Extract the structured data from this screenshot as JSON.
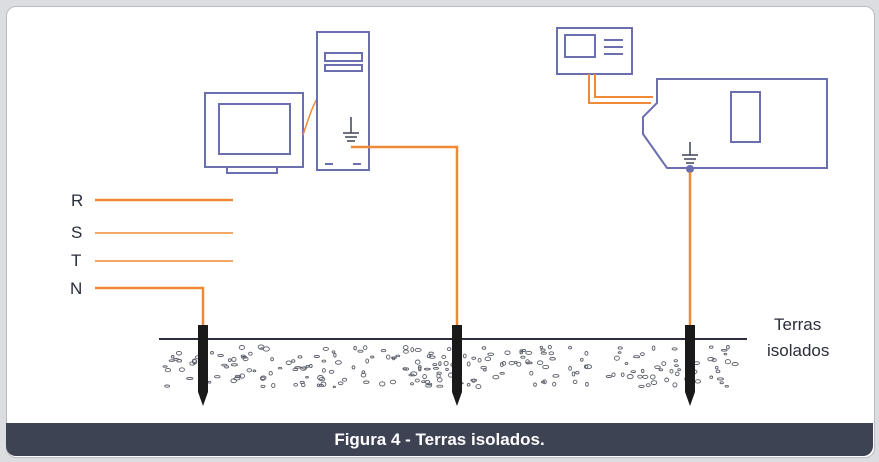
{
  "diagram": {
    "phase_labels": [
      "R",
      "S",
      "T",
      "N"
    ],
    "ground_label_line1": "Terras",
    "ground_label_line2": "isolados"
  },
  "caption": "Figura 4 - Terras isolados.",
  "colors": {
    "wire": "#ee8a37",
    "device_outline": "#6b6fb0",
    "rod": "#1a1a1a",
    "caption_bg": "#3e4354"
  }
}
